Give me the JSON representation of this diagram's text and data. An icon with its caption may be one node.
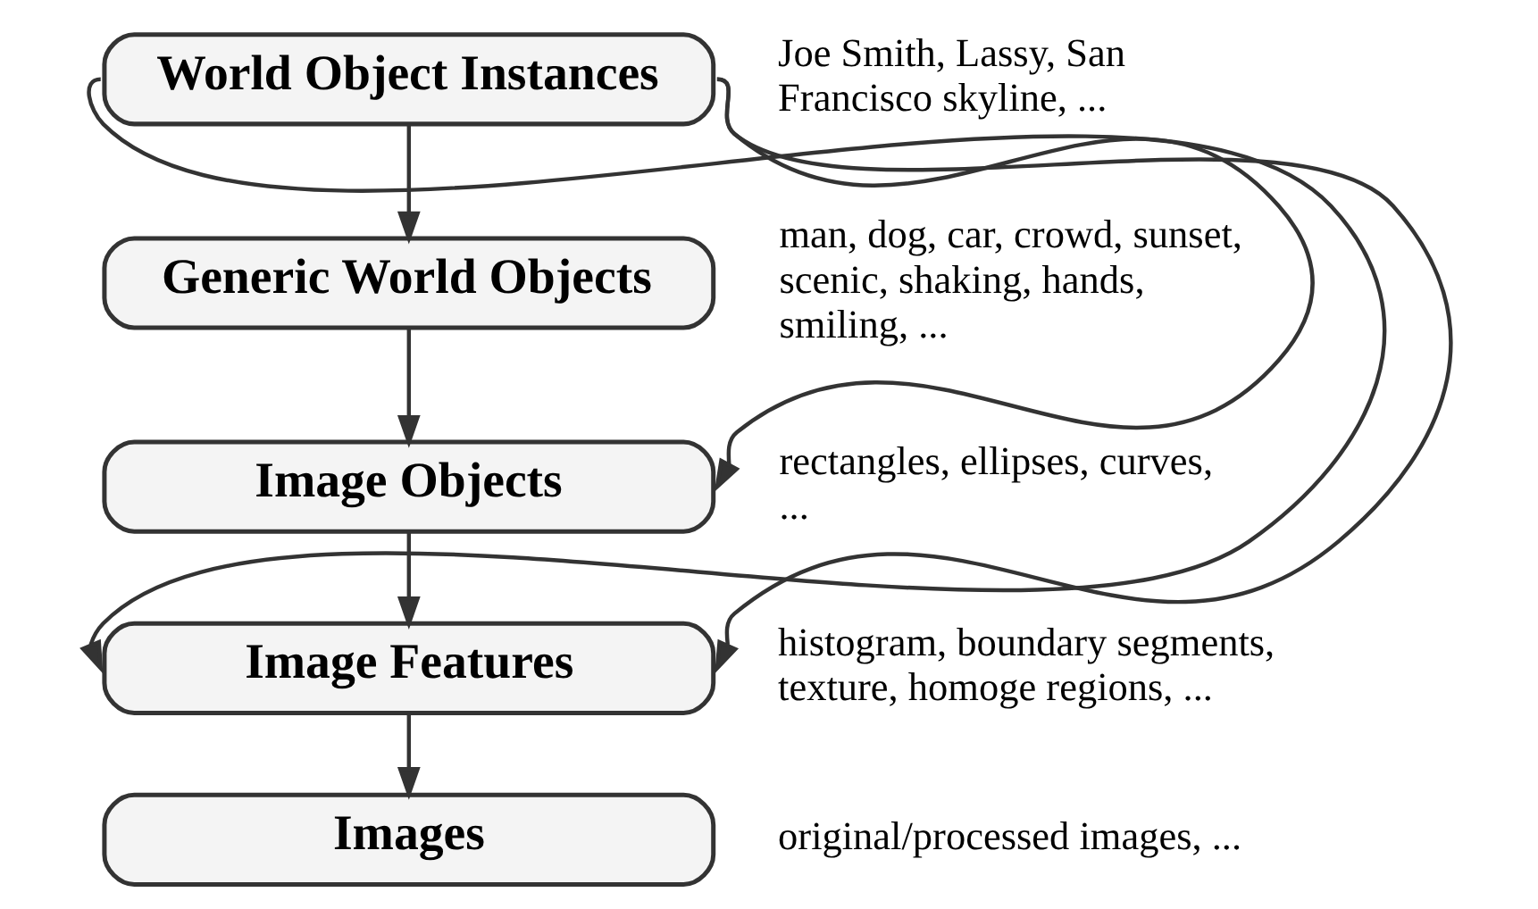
{
  "diagram": {
    "nodes": [
      {
        "text": [
          "World Object Instances"
        ],
        "beside": [
          "Joe Smith, Lassy, San Francisco skyline, ..."
        ]
      },
      {
        "text": [
          "Generic World Objects"
        ],
        "beside": [
          "man, dog, car, crowd, sunset, scenic, shaking, hands, smiling, ..."
        ]
      },
      {
        "text": [
          "Image Objects"
        ],
        "beside": [
          "rectangles, ellipses, curves, ..."
        ]
      },
      {
        "text": [
          "Image Features"
        ],
        "beside": [
          "histogram, boundary segments, texture, homoge regions, ..."
        ]
      },
      {
        "text": [
          "Images"
        ],
        "beside": [
          "original/processed images, ..."
        ]
      }
    ],
    "edges": [
      {
        "from": 0,
        "to": 1,
        "arrow": "to"
      },
      {
        "from": 1,
        "to": 2,
        "arrow": "to"
      },
      {
        "from": 2,
        "to": 3,
        "arrow": "to"
      },
      {
        "from": 3,
        "to": 4,
        "arrow": "to"
      },
      {
        "from": 0,
        "to": 3,
        "arrow": "to"
      },
      {
        "from": 0,
        "to": 2,
        "arrow": "to"
      },
      {
        "from": 0,
        "to": 3,
        "arrow": "to"
      }
    ]
  }
}
